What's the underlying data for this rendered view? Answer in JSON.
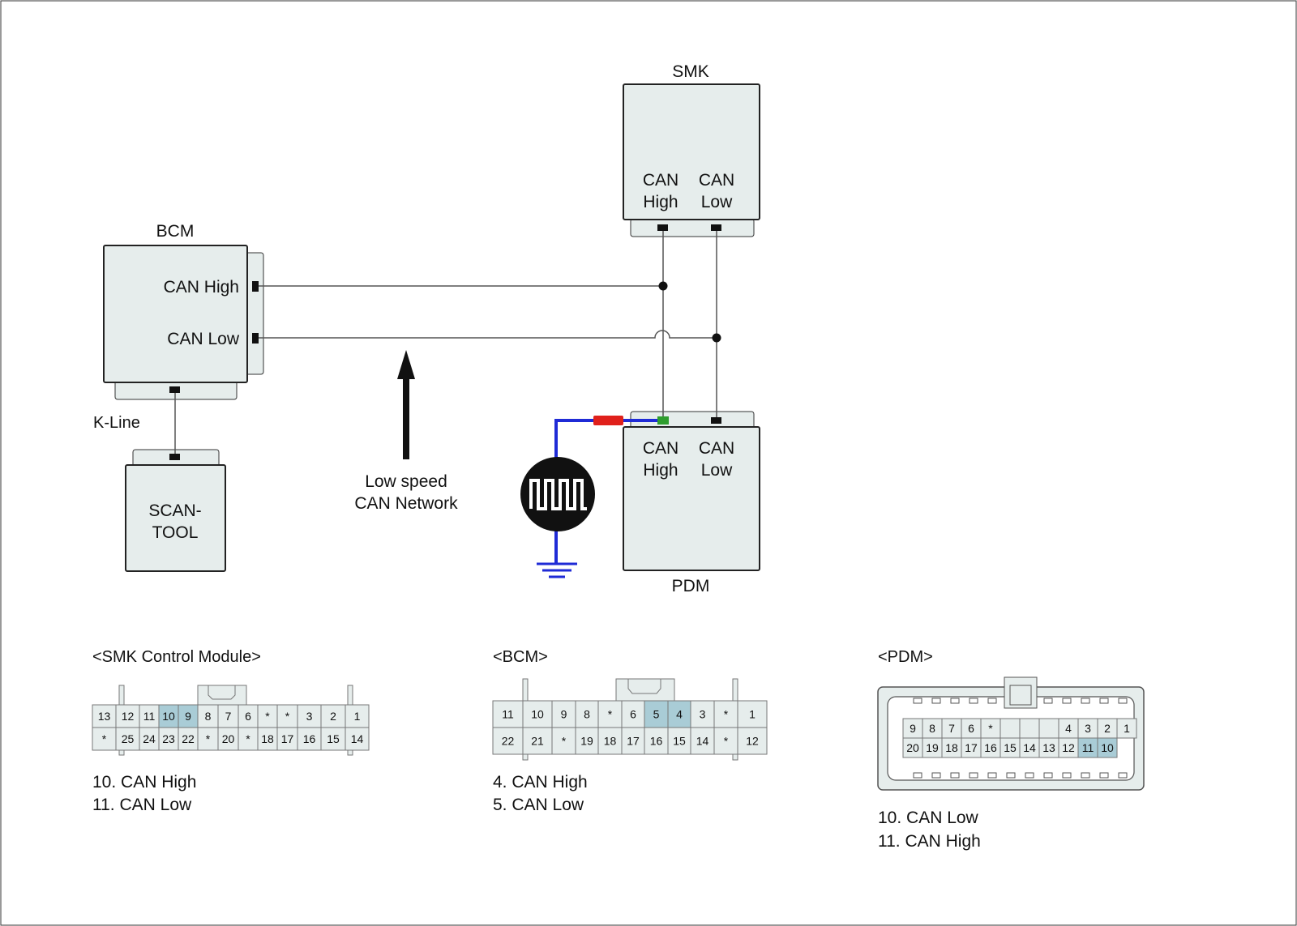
{
  "colors": {
    "box_fill": "#e6edec",
    "highlight_fill": "#a9ccd6",
    "wire": "#555555",
    "probe_wire": "#1f2bd6",
    "probe_clip": "#e0201b",
    "green_text": "#1a8a1a",
    "pin_green": "#2e9d2e"
  },
  "modules": {
    "smk": {
      "title": "SMK",
      "pin1": [
        "CAN",
        "High"
      ],
      "pin2": [
        "CAN",
        "Low"
      ]
    },
    "bcm": {
      "title": "BCM",
      "pin1": "CAN High",
      "pin2": "CAN Low"
    },
    "pdm": {
      "title": "PDM",
      "pin1": [
        "CAN",
        "High"
      ],
      "pin2": [
        "CAN",
        "Low"
      ]
    },
    "scantool": {
      "lines": [
        "SCAN-",
        "TOOL"
      ]
    }
  },
  "labels": {
    "kline": "K-Line",
    "network": [
      "Low speed",
      "CAN Network"
    ]
  },
  "icons": {
    "probe": "square-wave-generator-icon",
    "ground": "ground-icon",
    "arrow": "up-arrow-icon"
  },
  "connectors": {
    "smk": {
      "title": "<SMK Control Module>",
      "row1": [
        "13",
        "12",
        "11",
        "10",
        "9",
        "8",
        "7",
        "6",
        "*",
        "*",
        "3",
        "2",
        "1"
      ],
      "row2": [
        "*",
        "25",
        "24",
        "23",
        "22",
        "*",
        "20",
        "*",
        "18",
        "17",
        "16",
        "15",
        "14"
      ],
      "highlight": [
        "10",
        "9"
      ],
      "legend": [
        "10. CAN High",
        "11. CAN Low"
      ]
    },
    "bcm": {
      "title": "<BCM>",
      "row1": [
        "11",
        "10",
        "9",
        "8",
        "*",
        "6",
        "5",
        "4",
        "3",
        "*",
        "1"
      ],
      "row2": [
        "22",
        "21",
        "*",
        "19",
        "18",
        "17",
        "16",
        "15",
        "14",
        "*",
        "12"
      ],
      "highlight": [
        "5",
        "4"
      ],
      "legend": [
        "4. CAN High",
        "5. CAN Low"
      ]
    },
    "pdm": {
      "title": "<PDM>",
      "row1": [
        "9",
        "8",
        "7",
        "6",
        "*",
        "",
        "",
        "",
        "4",
        "3",
        "2",
        "1"
      ],
      "row2": [
        "20",
        "19",
        "18",
        "17",
        "16",
        "15",
        "14",
        "13",
        "12",
        "11",
        "10"
      ],
      "highlight": [
        "11",
        "10"
      ],
      "legend": [
        "10. CAN Low",
        "11. CAN High"
      ]
    }
  }
}
